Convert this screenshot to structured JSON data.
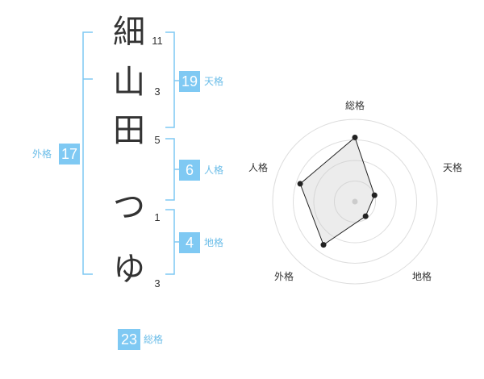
{
  "name": {
    "characters": [
      "細",
      "山",
      "田",
      "つ",
      "ゆ"
    ],
    "strokes": [
      "11",
      "3",
      "5",
      "1",
      "3"
    ]
  },
  "fortune": {
    "tenkaku": {
      "value": "19",
      "label": "天格"
    },
    "jinkaku": {
      "value": "6",
      "label": "人格"
    },
    "chikaku": {
      "value": "4",
      "label": "地格"
    },
    "gaikaku": {
      "value": "17",
      "label": "外格"
    },
    "soukaku": {
      "value": "23",
      "label": "総格"
    }
  },
  "colors": {
    "accent": "#7fc9f3",
    "accent_text": "#6bbde8",
    "text": "#333333"
  },
  "chart_data": {
    "type": "radar",
    "axes": [
      "総格",
      "天格",
      "地格",
      "外格",
      "人格"
    ],
    "values": [
      0.78,
      0.25,
      0.22,
      0.65,
      0.7
    ],
    "range": [
      0,
      1
    ],
    "rings": 4,
    "grid": true
  }
}
